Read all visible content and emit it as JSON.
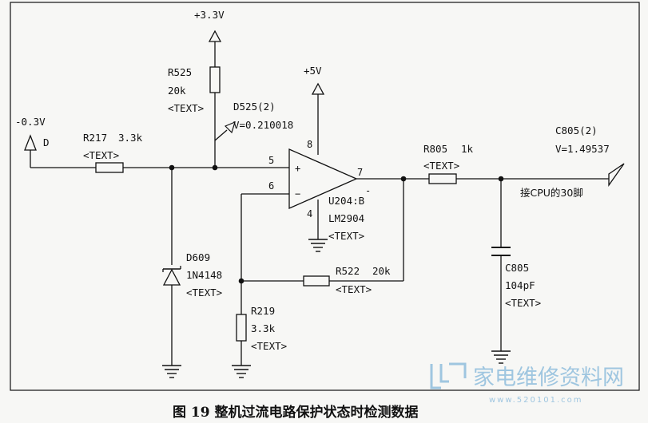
{
  "nets": {
    "v33": "+3.3V",
    "v5": "+5V",
    "input_voltage": "-0.3V",
    "input_net": "D"
  },
  "components": {
    "r217": {
      "ref": "R217",
      "value": "3.3k",
      "field": "<TEXT>"
    },
    "r525": {
      "ref": "R525",
      "value": "20k",
      "field": "<TEXT>"
    },
    "d525_probe": {
      "ref": "D525(2)",
      "reading": "V=0.210018"
    },
    "d609": {
      "ref": "D609",
      "value": "1N4148",
      "field": "<TEXT>"
    },
    "r219": {
      "ref": "R219",
      "value": "3.3k",
      "field": "<TEXT>"
    },
    "r522": {
      "ref": "R522",
      "value": "20k",
      "field": "<TEXT>"
    },
    "u204": {
      "ref": "U204:B",
      "value": "LM2904",
      "field": "<TEXT>",
      "pins": {
        "p5": "5",
        "p6": "6",
        "p7": "7",
        "p8": "8",
        "p4": "4"
      },
      "plus": "+",
      "minus": "−",
      "dash": "-"
    },
    "r805": {
      "ref": "R805",
      "value": "1k",
      "field": "<TEXT>"
    },
    "c805": {
      "ref": "C805",
      "value": "104pF",
      "field": "<TEXT>"
    },
    "c805_probe": {
      "ref": "C805(2)",
      "reading": "V=1.49537"
    }
  },
  "cpu_note": "接CPU的30脚",
  "caption": "图 19 整机过流电路保护状态时检测数据",
  "watermark": {
    "title": "家电维修资料网",
    "url": "www.520101.com"
  }
}
